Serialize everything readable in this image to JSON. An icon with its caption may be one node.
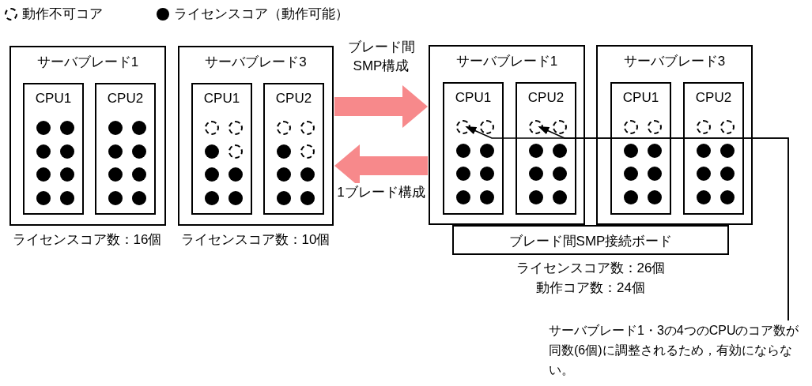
{
  "diagram": {
    "nodes": [
      {
        "text": [
          "サーバブレード1"
        ],
        "beside": [
          "ライセンスコア数：16個"
        ]
      },
      {
        "text": [
          "CPU1"
        ],
        "in": 0
      },
      {
        "text": [
          "CPU2"
        ],
        "in": 0
      },
      {
        "text": [
          "サーバブレード3"
        ],
        "beside": [
          "ライセンスコア数：10個"
        ]
      },
      {
        "text": [
          "CPU1"
        ],
        "in": 3
      },
      {
        "text": [
          "CPU2"
        ],
        "in": 3
      },
      {
        "text": [
          "サーバブレード1"
        ]
      },
      {
        "text": [
          "CPU1"
        ],
        "in": 6
      },
      {
        "text": [
          "CPU2"
        ],
        "in": 6
      },
      {
        "text": [
          "サーバブレード3"
        ]
      },
      {
        "text": [
          "CPU1"
        ],
        "in": 9
      },
      {
        "text": [
          "CPU2"
        ],
        "in": 9
      },
      {
        "text": [
          "ブレード間SMP接続ボード"
        ],
        "beside": [
          "ライセンスコア数：26個",
          "動作コア数：24個"
        ]
      },
      {
        "text": [
          "サーバブレード1・3の4つのCPUのコア数が同数(6個)に調整されるため，有効にならない。"
        ]
      },
      {
        "text": [],
        "shape": "circle",
        "in": 7
      },
      {
        "text": [],
        "shape": "circle",
        "in": 8
      }
    ],
    "edges": [
      {
        "from": 3,
        "to": 6,
        "arrow": "to",
        "label": "ブレード間SMP構成",
        "style": "thick",
        "color": "#f7898b"
      },
      {
        "from": 6,
        "to": 3,
        "arrow": "to",
        "label": "1ブレード構成",
        "style": "thick",
        "color": "#f7898b"
      },
      {
        "from": 13,
        "to": 14,
        "arrow": "to",
        "color": "#000000"
      },
      {
        "from": 13,
        "to": 15,
        "arrow": "to",
        "color": "#000000"
      }
    ],
    "legend": [
      {
        "text": "動作不可コア"
      },
      {
        "text": "ライセンスコア（動作可能）"
      }
    ]
  }
}
